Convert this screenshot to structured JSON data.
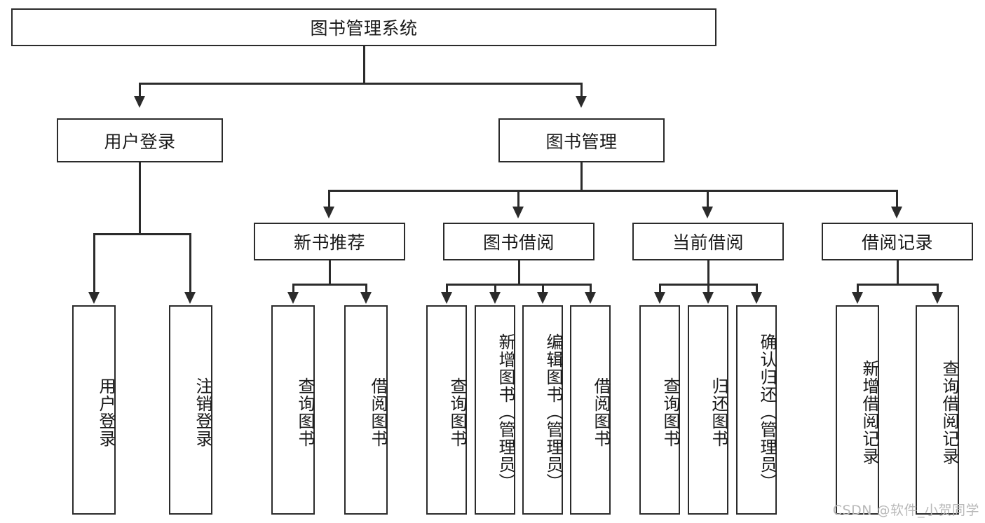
{
  "diagram": {
    "type": "tree-hierarchy-diagram",
    "title": "图书管理系统",
    "root": {
      "label": "图书管理系统"
    },
    "level2": [
      {
        "label": "用户登录"
      },
      {
        "label": "图书管理"
      }
    ],
    "level3": [
      {
        "label": "新书推荐"
      },
      {
        "label": "图书借阅"
      },
      {
        "label": "当前借阅"
      },
      {
        "label": "借阅记录"
      }
    ],
    "leaves": {
      "user_login": [
        {
          "label": "用户登录"
        },
        {
          "label": "注销登录"
        }
      ],
      "new_book_recommend": [
        {
          "label": "查询图书"
        },
        {
          "label": "借阅图书"
        }
      ],
      "book_borrow": [
        {
          "label": "查询图书"
        },
        {
          "label": "新增图书（管理员）"
        },
        {
          "label": "编辑图书（管理员）"
        },
        {
          "label": "借阅图书"
        }
      ],
      "current_borrow": [
        {
          "label": "查询图书"
        },
        {
          "label": "归还图书"
        },
        {
          "label": "确认归还（管理员）"
        }
      ],
      "borrow_record": [
        {
          "label": "新增借阅记录"
        },
        {
          "label": "查询借阅记录"
        }
      ]
    },
    "watermark": "CSDN @软件_小贺同学",
    "colors": {
      "stroke": "#2b2b2b",
      "background": "#ffffff",
      "text": "#1a1a1a",
      "watermark": "#b9b9b9"
    }
  }
}
